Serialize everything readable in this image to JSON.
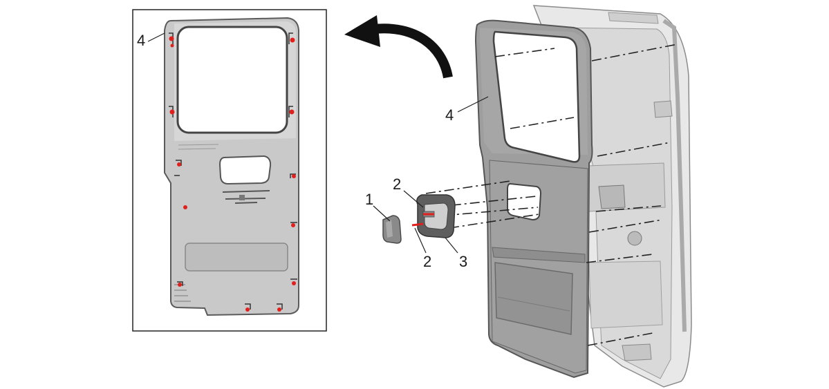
{
  "figure": {
    "callouts": {
      "inset_panel": "4",
      "door_panel": "4",
      "cover": "1",
      "fastener_upper": "2",
      "fastener_lower": "2",
      "handle_bezel": "3"
    }
  }
}
